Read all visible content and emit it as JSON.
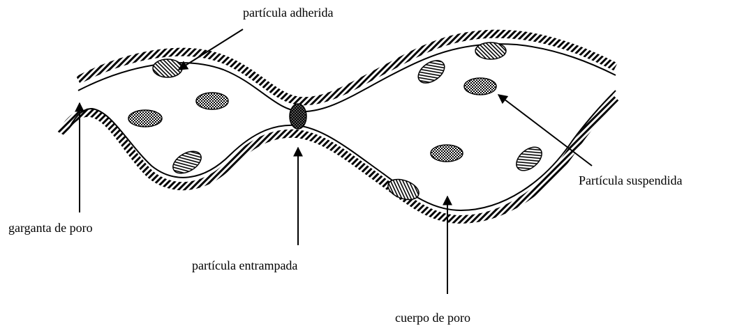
{
  "labels": {
    "adhered": "partícula adherida",
    "suspended": "Partícula suspendida",
    "throat": "garganta de poro",
    "trapped": "partícula entrampada",
    "body": "cuerpo de poro"
  },
  "colors": {
    "ink": "#000000",
    "background": "#ffffff",
    "stripe_light": "#ffffff",
    "stripe_dark": "#000000"
  },
  "particle_types": [
    "adhered-striped",
    "suspended-checkered",
    "trapped-dark-checkered"
  ]
}
